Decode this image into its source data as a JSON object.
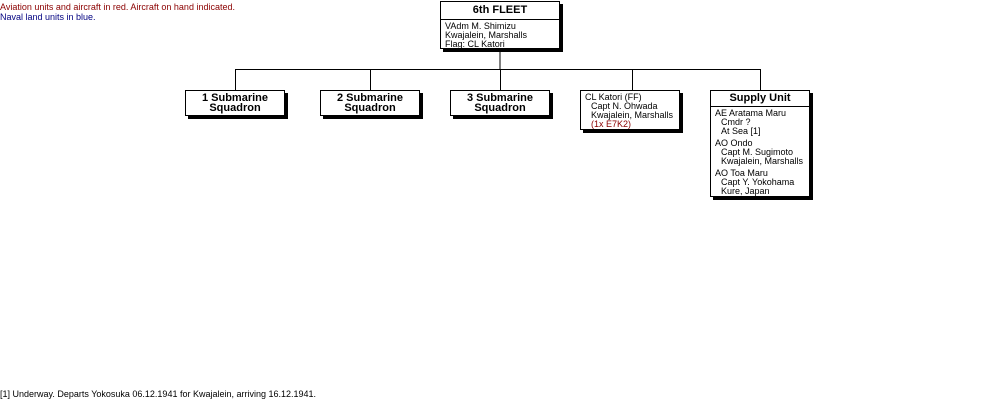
{
  "legend": {
    "line1": "Aviation units and aircraft in red. Aircraft on hand indicated.",
    "line2": "Naval land units in blue."
  },
  "fleet": {
    "title": "6th FLEET",
    "commander": "VAdm M. Shimizu",
    "location": "Kwajalein, Marshalls",
    "flag": "Flag: CL Katori"
  },
  "squadrons": [
    {
      "line1": "1 Submarine",
      "line2": "Squadron"
    },
    {
      "line1": "2 Submarine",
      "line2": "Squadron"
    },
    {
      "line1": "3 Submarine",
      "line2": "Squadron"
    }
  ],
  "flagship": {
    "name": "CL Katori (FF)",
    "captain": "Capt N. Ohwada",
    "location": "Kwajalein, Marshalls",
    "aircraft": "(1x E7K2)"
  },
  "supply": {
    "title": "Supply Unit",
    "ships": [
      {
        "name": "AE Aratama Maru",
        "lines": [
          "Cmdr ?",
          "At Sea [1]"
        ]
      },
      {
        "name": "AO Ondo",
        "lines": [
          "Capt M. Sugimoto",
          "Kwajalein, Marshalls"
        ]
      },
      {
        "name": "AO Toa Maru",
        "lines": [
          "Capt Y. Yokohama",
          "Kure, Japan"
        ]
      }
    ]
  },
  "footnote": "[1] Underway. Departs Yokosuka 06.12.1941 for Kwajalein, arriving 16.12.1941.",
  "colors": {
    "aviation": "#8b0000",
    "naval_land": "#000080"
  }
}
